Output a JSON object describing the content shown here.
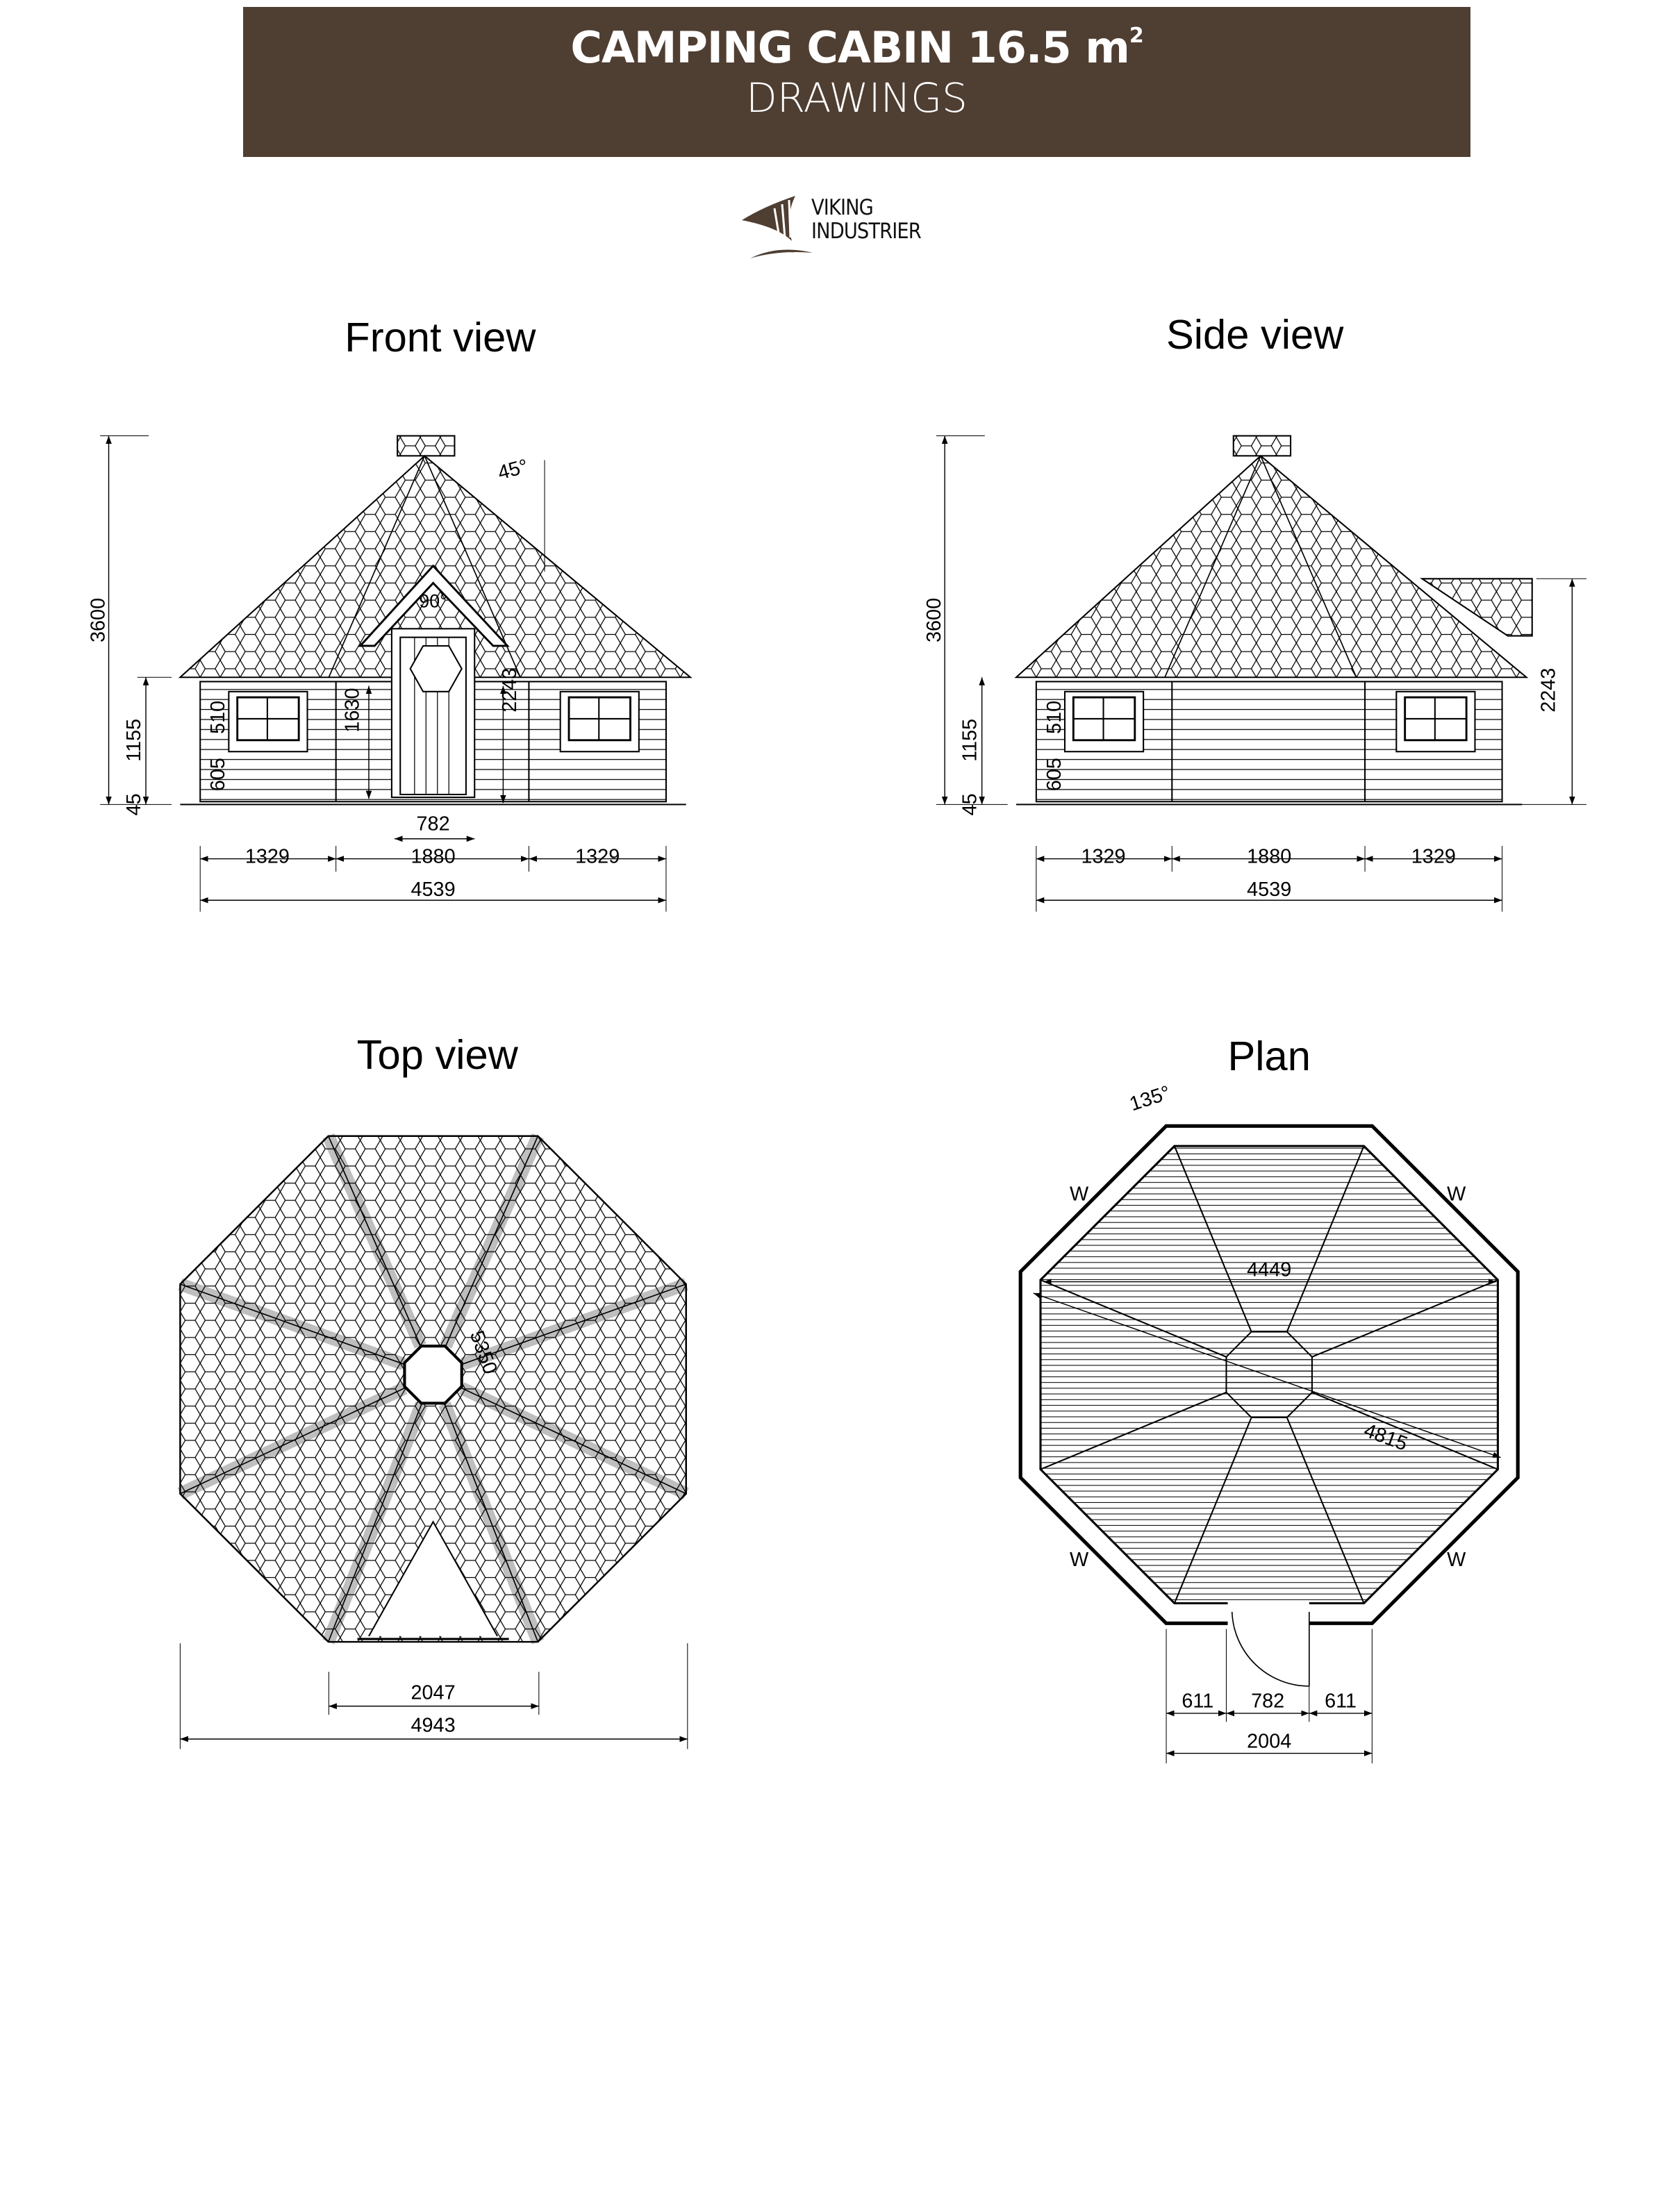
{
  "header": {
    "title": "CAMPING CABIN 16.5 m",
    "title_sup": "2",
    "subtitle": "DRAWINGS",
    "bg_color": "#4f3e32"
  },
  "logo": {
    "line1": "VIKING",
    "line2": "INDUSTRIER"
  },
  "front": {
    "title": "Front view",
    "dims": {
      "h_total": "3600",
      "h_wall": "1155",
      "h_base": "45",
      "win_h": "510",
      "win_sill": "605",
      "door_h": "1630",
      "h_eave": "2243",
      "door_w": "782",
      "w_left": "1329",
      "w_mid": "1880",
      "w_right": "1329",
      "w_total": "4539",
      "roof_angle": "45°",
      "porch_angle": "90°"
    }
  },
  "side": {
    "title": "Side view",
    "dims": {
      "h_total": "3600",
      "h_wall": "1155",
      "h_base": "45",
      "win_h": "510",
      "win_sill": "605",
      "h_eave": "2243",
      "w_left": "1329",
      "w_mid": "1880",
      "w_right": "1329",
      "w_total": "4539"
    }
  },
  "top": {
    "title": "Top view",
    "dims": {
      "diag": "5350",
      "w_inner": "2047",
      "w_total": "4943"
    }
  },
  "plan": {
    "title": "Plan",
    "window_mark": "W",
    "dims": {
      "angle": "135°",
      "inner_w": "4449",
      "inner_diag": "4815",
      "side_a": "611",
      "door": "782",
      "side_b": "611",
      "wall_w": "2004"
    }
  }
}
